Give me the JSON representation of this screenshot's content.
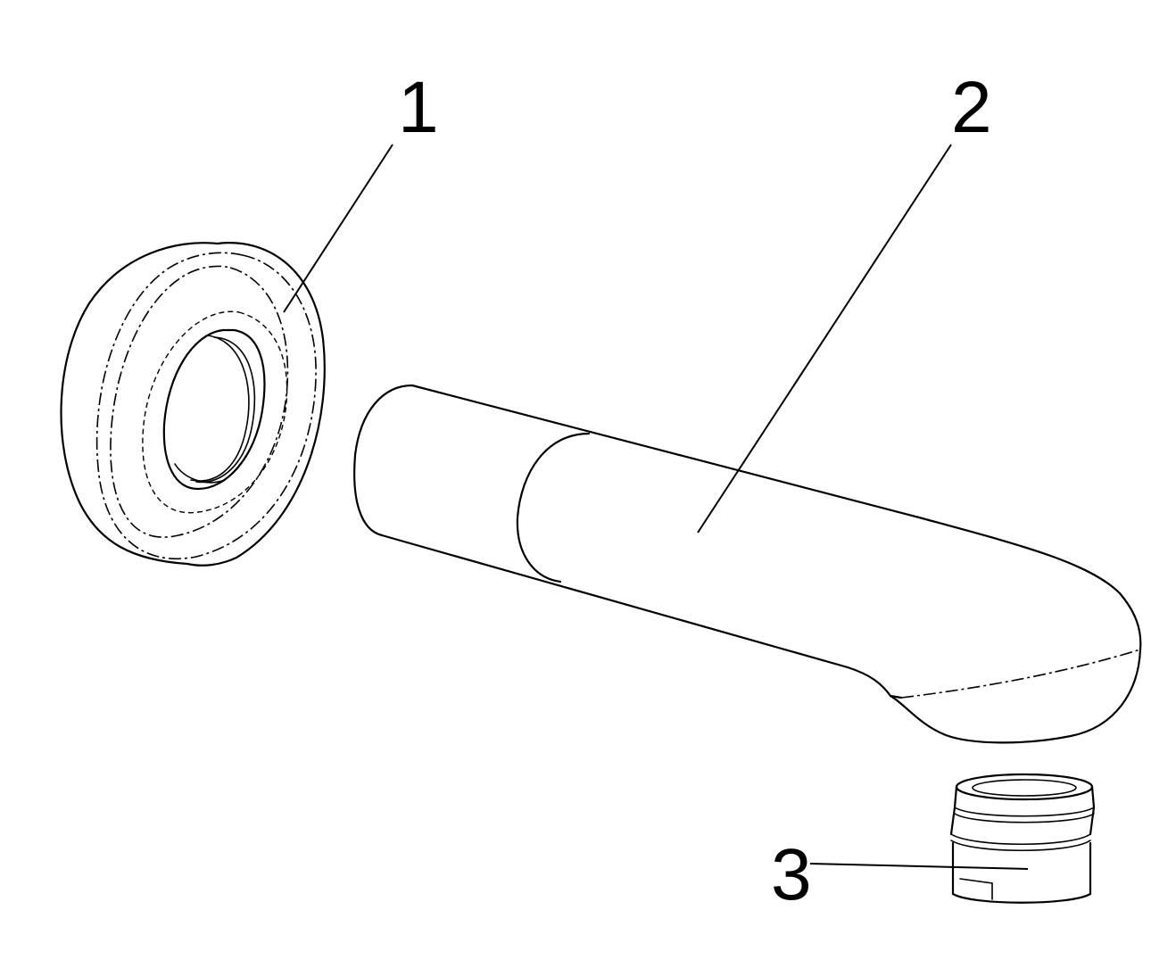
{
  "diagram": {
    "callouts": [
      {
        "id": "1",
        "label": "1"
      },
      {
        "id": "2",
        "label": "2"
      },
      {
        "id": "3",
        "label": "3"
      }
    ],
    "parts": [
      "escutcheon-ring",
      "tub-spout",
      "aerator"
    ],
    "line_color": "#000000",
    "background": "#ffffff"
  }
}
